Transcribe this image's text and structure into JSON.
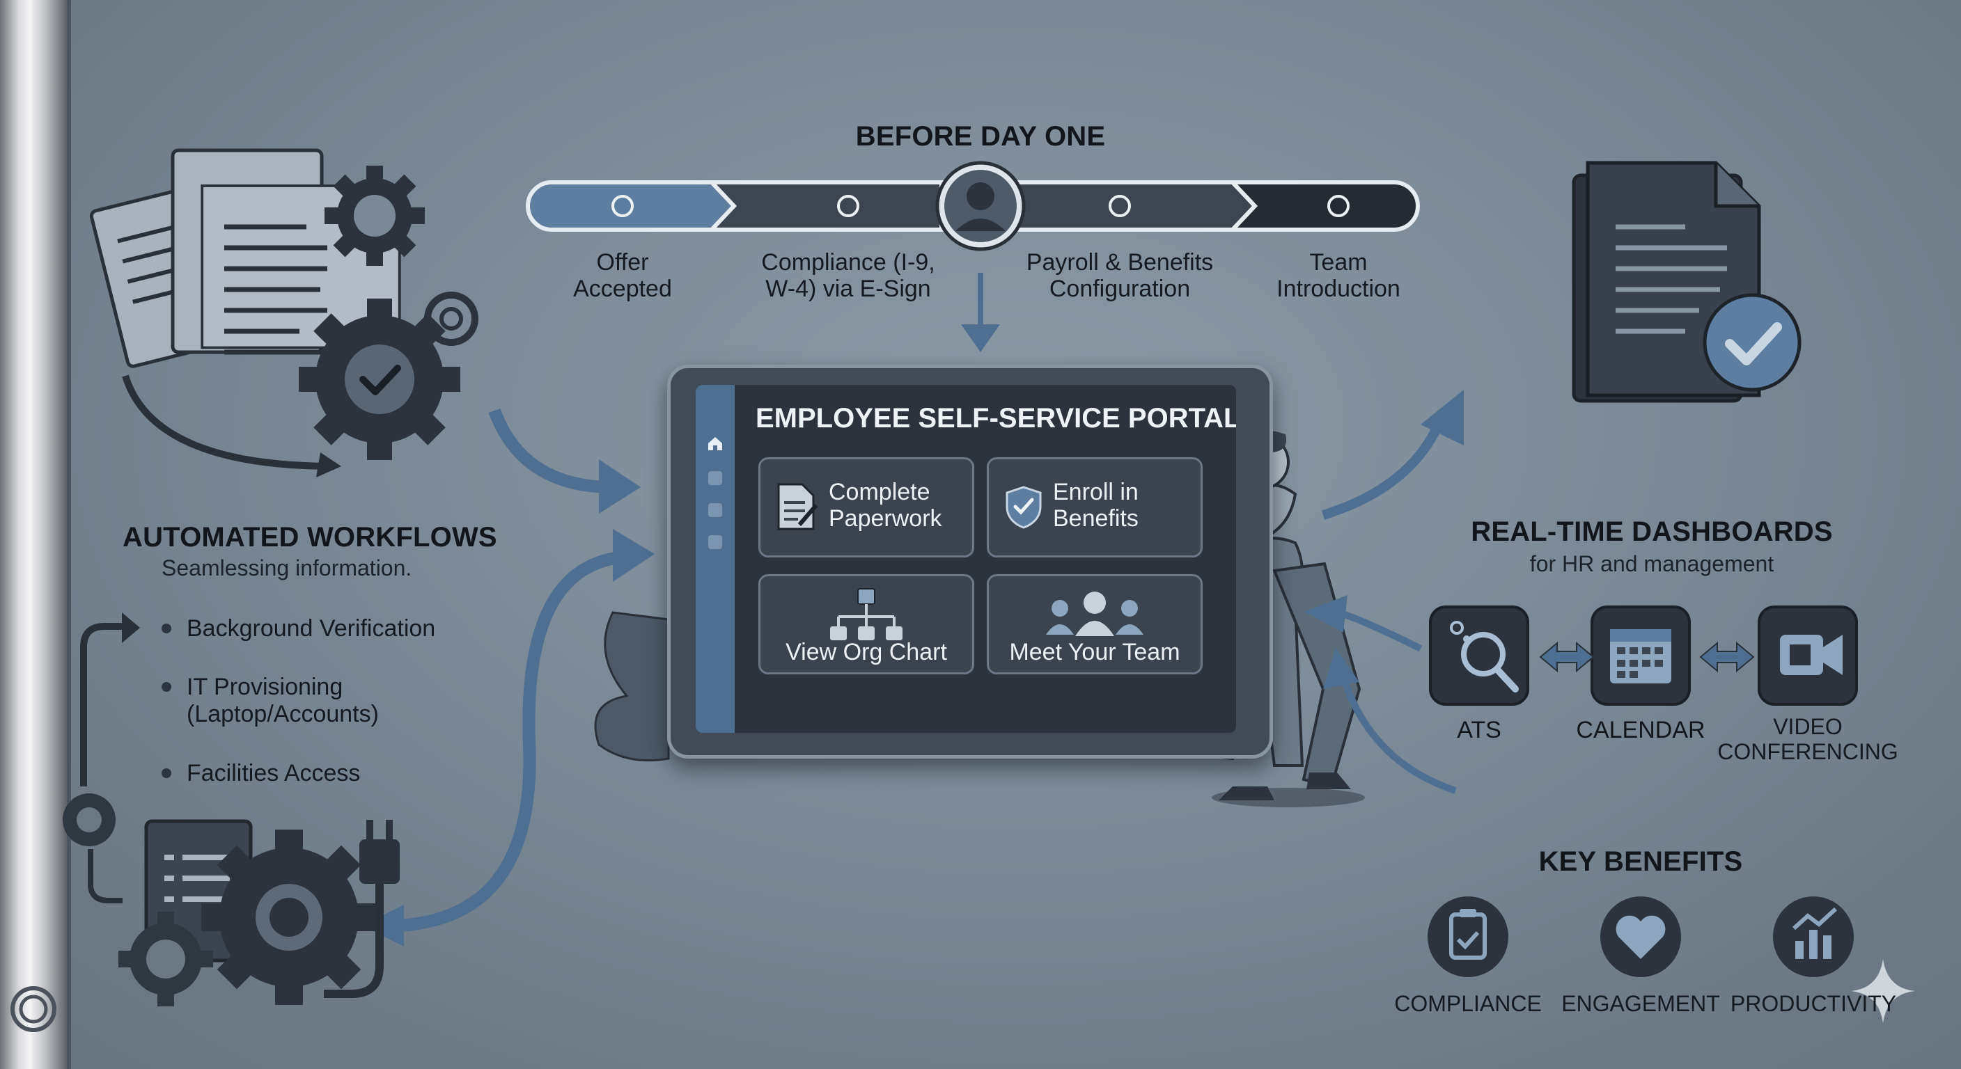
{
  "timeline": {
    "title": "BEFORE DAY ONE",
    "steps": [
      {
        "line1": "Offer",
        "line2": "Accepted"
      },
      {
        "line1": "Compliance (I-9,",
        "line2": "W-4) via E-Sign"
      },
      {
        "line1": "Payroll & Benefits",
        "line2": "Configuration"
      },
      {
        "line1": "Team",
        "line2": "Introduction"
      }
    ]
  },
  "workflows": {
    "title": "AUTOMATED WORKFLOWS",
    "subtitle": "Seamlessing information.",
    "bullets": [
      {
        "line1": "Background Verification",
        "line2": ""
      },
      {
        "line1": "IT Provisioning",
        "line2": "(Laptop/Accounts)"
      },
      {
        "line1": "Facilities Access",
        "line2": ""
      }
    ]
  },
  "portal": {
    "title": "EMPLOYEE SELF-SERVICE PORTAL",
    "tiles": [
      {
        "line1": "Complete",
        "line2": "Paperwork",
        "icon": "document-pen-icon"
      },
      {
        "line1": "Enroll in",
        "line2": "Benefits",
        "icon": "shield-check-icon"
      },
      {
        "line1": "View Org Chart",
        "line2": "",
        "icon": "org-chart-icon"
      },
      {
        "line1": "Meet Your Team",
        "line2": "",
        "icon": "team-icon"
      }
    ]
  },
  "dashboards": {
    "title": "REAL-TIME DASHBOARDS",
    "subtitle": "for HR and management",
    "apps": [
      {
        "line1": "ATS",
        "line2": "",
        "icon": "magnifier-icon"
      },
      {
        "line1": "CALENDAR",
        "line2": "",
        "icon": "calendar-icon"
      },
      {
        "line1": "VIDEO",
        "line2": "CONFERENCING",
        "icon": "video-camera-icon"
      }
    ]
  },
  "benefits": {
    "title": "KEY BENEFITS",
    "items": [
      {
        "label": "COMPLIANCE",
        "icon": "clipboard-check-icon"
      },
      {
        "label": "ENGAGEMENT",
        "icon": "heart-icon"
      },
      {
        "label": "PRODUCTIVITY",
        "icon": "bar-chart-icon"
      }
    ]
  },
  "colors": {
    "background": "#7b8996",
    "accent_blue": "#4e6f92",
    "dark_slate": "#2c333d",
    "light_blue": "#8fb0cf"
  }
}
